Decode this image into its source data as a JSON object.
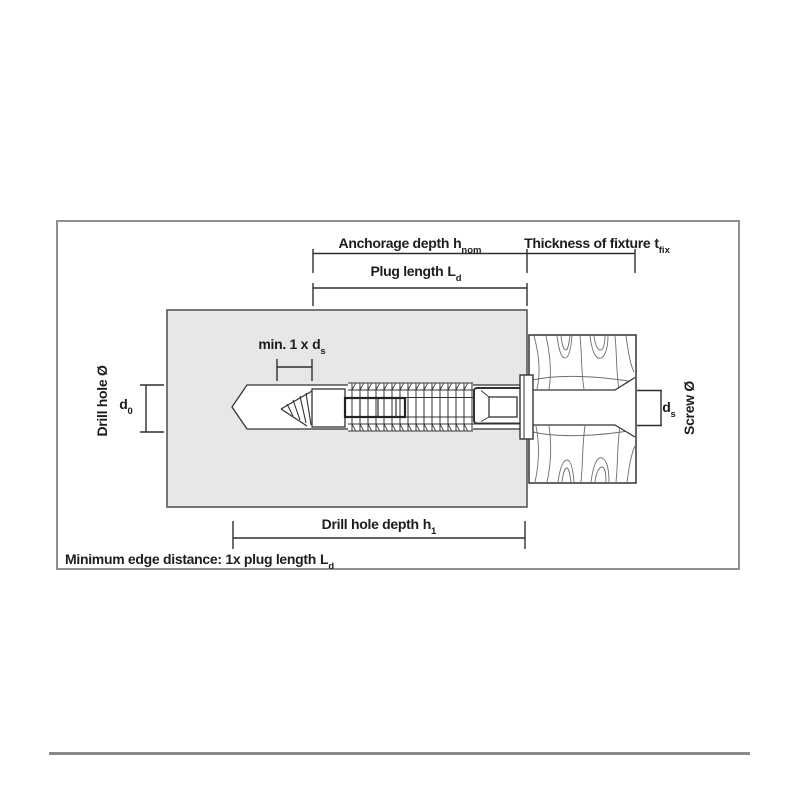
{
  "labels": {
    "anchorage": {
      "text": "Anchorage depth",
      "var": "h",
      "sub": "nom"
    },
    "fixture": {
      "text": "Thickness of fixture",
      "var": "t",
      "sub": "fix"
    },
    "plug": {
      "text": "Plug length",
      "var": "L",
      "sub": "d"
    },
    "min_ds": {
      "text": "min. 1 x",
      "var": "d",
      "sub": "s"
    },
    "drill_depthня": null,
    "drill_depth": {
      "text": "Drill hole depth",
      "var": "h",
      "sub": "1"
    },
    "edge_note": {
      "text": "Minimum edge distance: 1x plug length",
      "var": "L",
      "sub": "d"
    },
    "drill_dia": {
      "text": "Drill hole Ø"
    },
    "d0": {
      "var": "d",
      "sub": "0"
    },
    "screw_dia": {
      "text": "Screw Ø"
    },
    "ds": {
      "var": "d",
      "sub": "s"
    }
  },
  "colors": {
    "wall_fill": "#e7e7e7",
    "wall_stroke": "#4d4d4d",
    "line": "#2f2f2f",
    "drawing_line": "#333333",
    "wood_grain": "#6e6e6e",
    "frame_border": "#909090",
    "divider": "#8a8a8a",
    "text": "#1d1d1d"
  }
}
